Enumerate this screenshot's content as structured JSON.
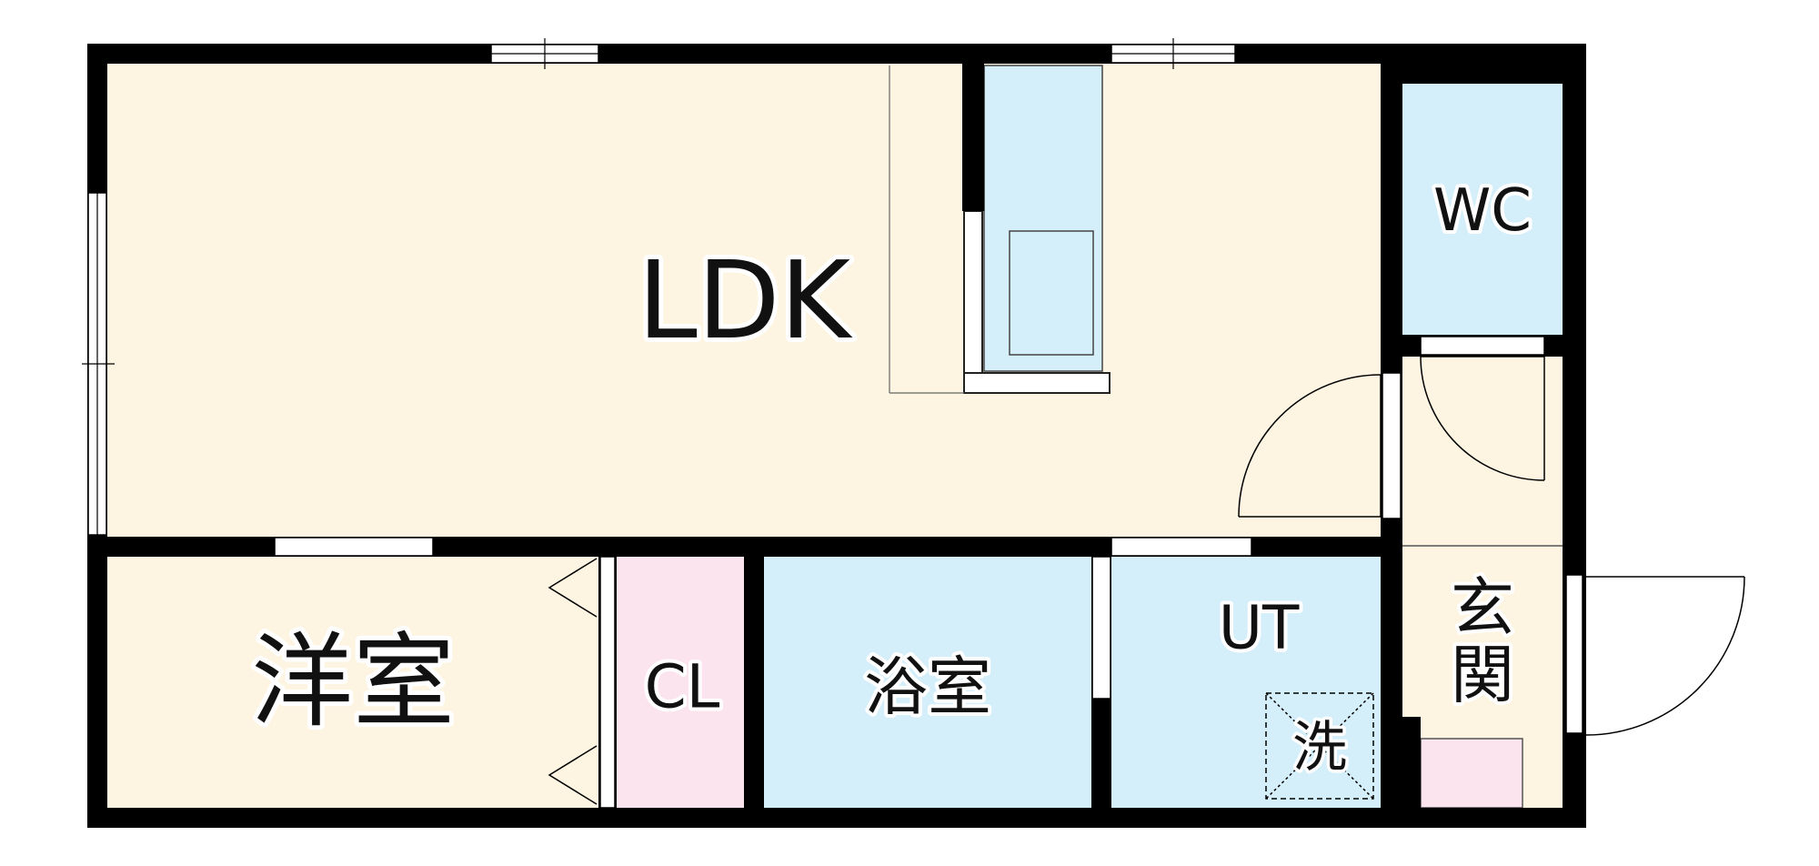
{
  "floorplan": {
    "rooms": {
      "ldk": {
        "label": "LDK"
      },
      "youshitsu": {
        "label": "洋室"
      },
      "closet": {
        "label": "CL"
      },
      "bath": {
        "label": "浴室"
      },
      "utility": {
        "label": "UT"
      },
      "washer": {
        "label": "洗"
      },
      "wc": {
        "label": "WC"
      },
      "entrance": {
        "label_line1": "玄",
        "label_line2": "関"
      }
    },
    "colors": {
      "wall": "#000000",
      "living_floor": "#fdf5e1",
      "wet_area": "#d4eefa",
      "closet_floor": "#fbe4ee"
    }
  }
}
